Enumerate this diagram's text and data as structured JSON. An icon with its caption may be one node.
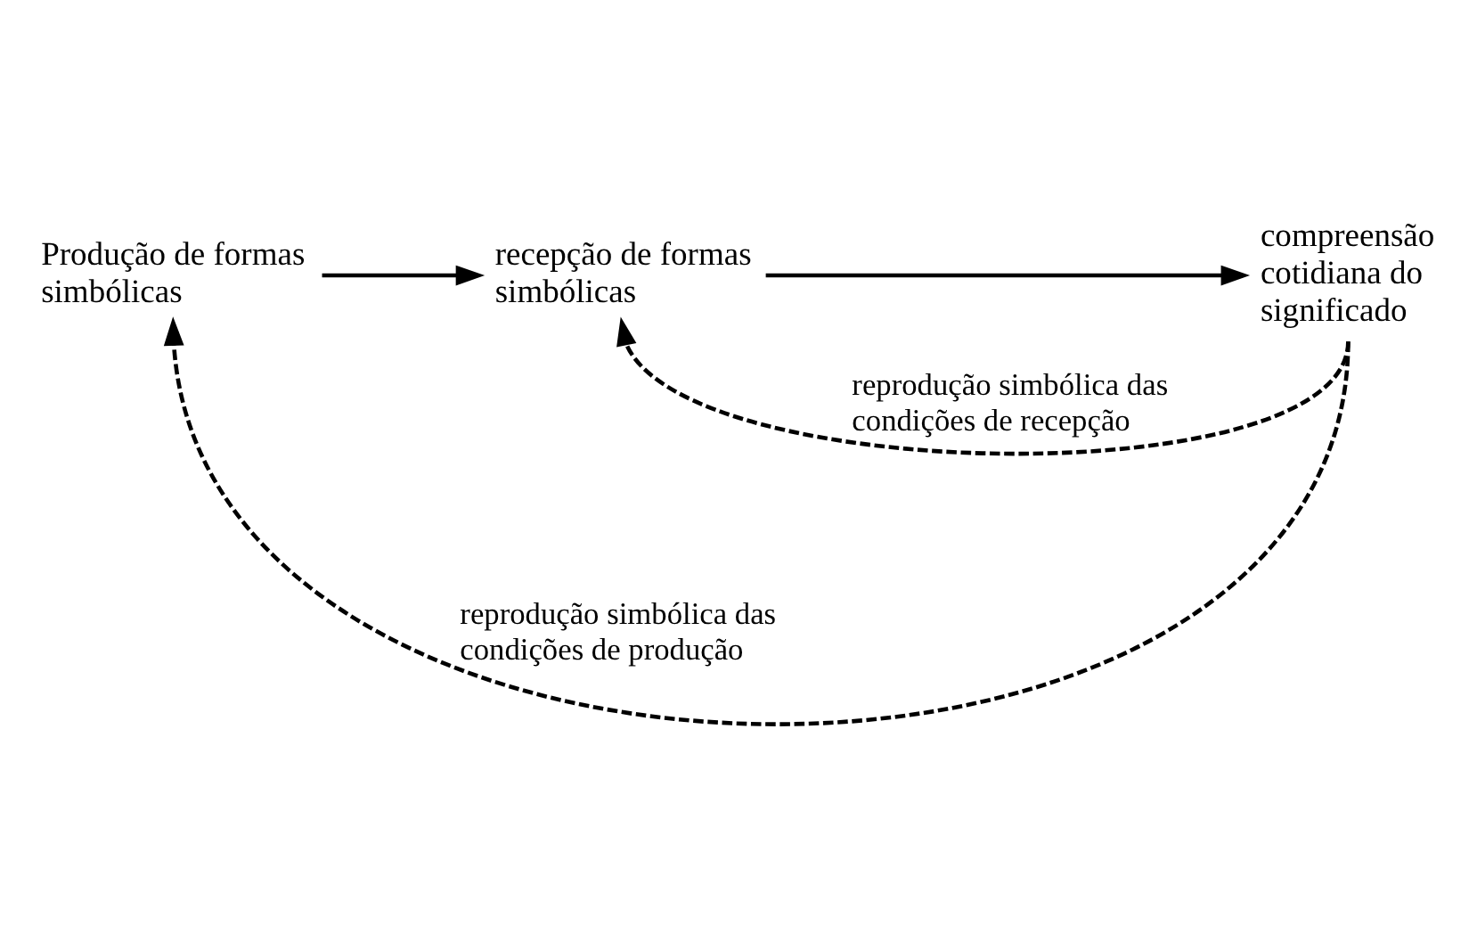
{
  "diagram": {
    "nodes": [
      {
        "text": [
          "Produção de formas simbólicas"
        ]
      },
      {
        "text": [
          "recepção de formas simbólicas"
        ]
      },
      {
        "text": [
          "compreensão cotidiana do significado"
        ]
      }
    ],
    "edges": [
      {
        "from": 0,
        "to": 1,
        "arrow": "to"
      },
      {
        "from": 1,
        "to": 2,
        "arrow": "to"
      },
      {
        "from": 2,
        "to": 1,
        "arrow": "to",
        "style": "dashed",
        "label": "reprodução simbólica das condições de recepção"
      },
      {
        "from": 2,
        "to": 0,
        "arrow": "to",
        "style": "dashed",
        "label": "reprodução simbólica das condições de produção"
      }
    ]
  }
}
